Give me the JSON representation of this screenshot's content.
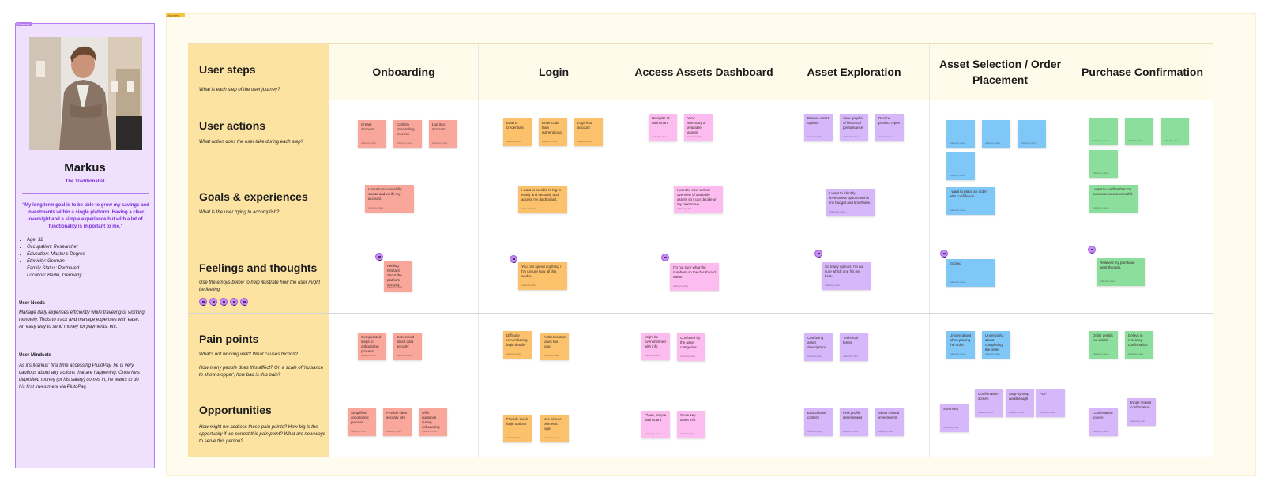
{
  "persona": {
    "frame_tag": "Persona",
    "name": "Markus",
    "role": "The Traditionalist",
    "quote": "\"My long term goal is to be able to grow my savings and investments within a single platform. Having a clear oversight and a simple experience but with a lot of functionality is important to me.\"",
    "facts": [
      "Age: 32",
      "Occupation: Researcher",
      "Education: Master's Degree",
      "Ethnicity: German",
      "Family Status: Partnered",
      "Location: Berlin, Germany"
    ],
    "needs_title": "User Needs",
    "needs_body": "Manage daily expenses efficiently while traveling or working remotely. Tools to track and manage expenses with ease. An easy way to send money for payments, etc.",
    "mindsets_title": "User Mindsets",
    "mindsets_body": "As it's Markus' first time accessing PlutoPay, he is very cautious about any actions that are happening. Once he's deposited money (or his salary) comes in, he wants to do his first investment via PlutoPay."
  },
  "board": {
    "frame_tag": "Journey",
    "stages": [
      "Onboarding",
      "Login",
      "Access Assets Dashboard",
      "Asset Exploration",
      "Asset Selection / Order Placement",
      "Purchase Confirmation"
    ],
    "rows": [
      {
        "title": "User steps",
        "subtitle": "What is each step of the user journey?"
      },
      {
        "title": "User actions",
        "subtitle": "What action does the user take during each step?"
      },
      {
        "title": "Goals & experiences",
        "subtitle": "What is the user trying to accomplish?"
      },
      {
        "title": "Feelings and thoughts",
        "subtitle": "Use the emojis below to help illustrate how the user might be feeling."
      },
      {
        "title": "Pain points",
        "subtitle": "What's not working well? What causes friction?",
        "subtitle2": "How many people does this affect? On a scale of 'nuisance to show-stopper', how bad is this pain?"
      },
      {
        "title": "Opportunities",
        "subtitle": "How might we address these pain points? How big is the opportunity if we correct this pain point? What are new ways to serve this person?"
      }
    ]
  },
  "colors": {
    "pink": "#f9a69b",
    "orange": "#fbc26b",
    "magenta": "#fdbcef",
    "violet": "#d6b8fa",
    "blue": "#7ec7f7",
    "green": "#8bde9c"
  },
  "stickies": {
    "a1": "Create account",
    "a2": "Confirm onboarding process",
    "a3": "Log into account",
    "a4": "Enters credentials",
    "a5": "Enter code from authenticator",
    "a6": "Logs into account",
    "a7": "Navigate to dashboard",
    "a8": "View summary of available assets",
    "a9": "Browse asset options",
    "a10": "View graphs of historical performance",
    "a11": "Review product types",
    "g1": "I want to successfully create and verify my account.",
    "g2": "I want to be able to log in easily and securely and access my dashboard.",
    "g3": "I want to view a clear overview of available assets so I can decide on my next move.",
    "g4": "I want to identify investment options within my budget and timeframe.",
    "g5": "I want to place an order with confidence.",
    "g6": "I want to confirm that my purchase was successful.",
    "f1": "Feeling hesitant about the platform security",
    "f2": "You can spend anything / I'm unsure how all this works.",
    "f3": "I'm not sure what the numbers on the dashboard mean.",
    "f4": "So many options, I'm not sure which one fits me best.",
    "f5": "Excited",
    "f6": "Relieved my purchase went through.",
    "p1": "Complicated steps in onboarding process",
    "p2": "Concerned about data security",
    "p3": "Difficulty remembering login details",
    "p4": "Authentication takes too long",
    "p5": "Might be overwhelmed with info",
    "p6": "Confused by the asset categories",
    "p7": "Confusing asset descriptions",
    "p8": "Technical terms",
    "p9": "Unsure about when placing the order",
    "p10": "Uncertainty about completing the order",
    "p11": "Order details not visible",
    "p12": "Delays in receiving confirmation",
    "o1": "Simplified onboarding process",
    "o2": "Provide clear security info",
    "o3": "Offer guidance during onboarding",
    "o4": "Provide quick login options",
    "o5": "Use secure biometric login",
    "o6": "Clean, simple dashboard",
    "o7": "Show key asset info",
    "o8": "Educational content",
    "o9": "Risk profile assessment",
    "o10": "Show related investments",
    "o11": "Summary",
    "o12": "Confirmation screen",
    "o13": "Step-by-step walkthrough",
    "o14": "PDF",
    "o15": "Confirmation screen",
    "o16": "Email receipt confirmation",
    "meta": "Added by Alex"
  }
}
